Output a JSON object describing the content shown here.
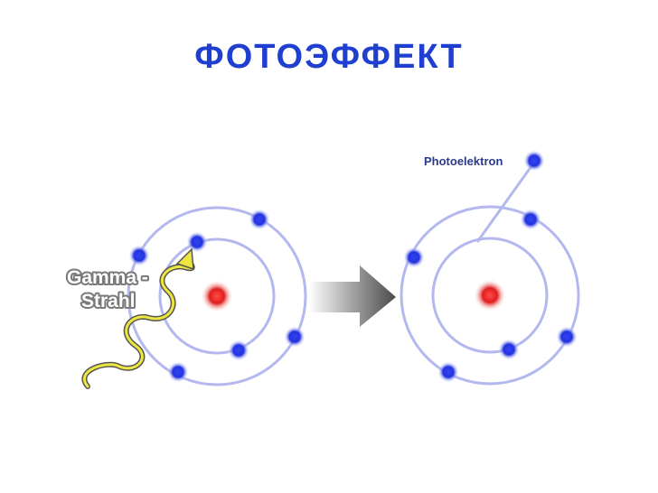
{
  "title": "ФОТОЭФФЕКТ",
  "labels": {
    "gamma_line1": "Gamma -",
    "gamma_line2": "Strahl",
    "photoelectron": "Photoelektron"
  },
  "colors": {
    "title": "#1f3fd0",
    "nucleus": "#e01e1e",
    "electron": "#2233e0",
    "orbit": "#b3b8ee",
    "wave": "#e8e23a"
  }
}
